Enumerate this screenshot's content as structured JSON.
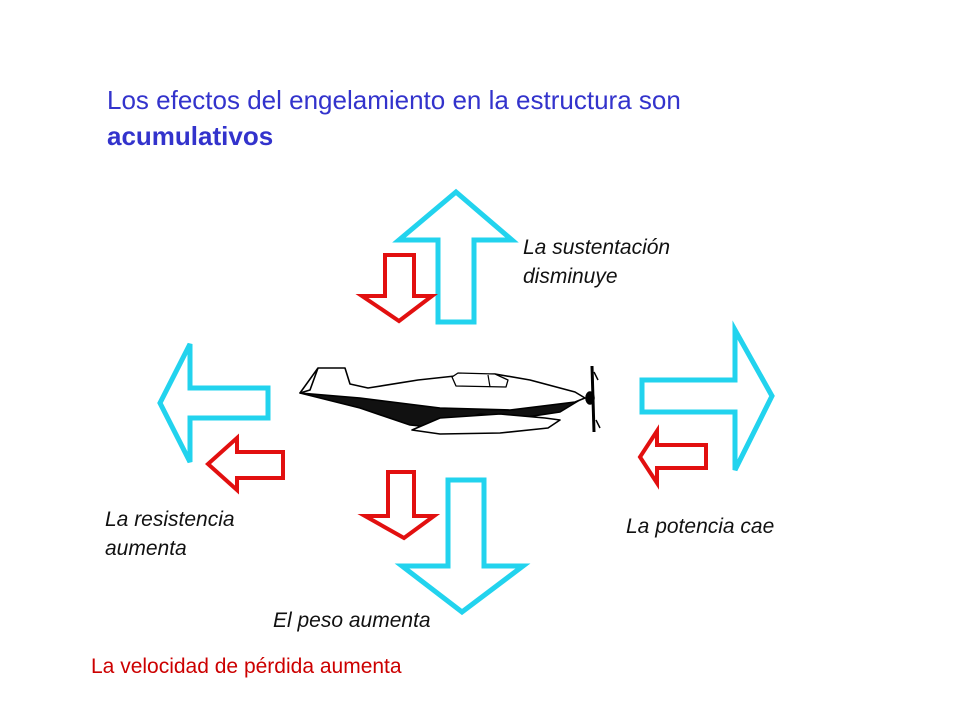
{
  "title": {
    "line1": "Los efectos del engelamiento en la estructura son",
    "bold": "acumulativos"
  },
  "labels": {
    "lift": [
      "La sustentación",
      "disminuye"
    ],
    "drag": [
      "La resistencia",
      "aumenta"
    ],
    "thrust": "La potencia cae",
    "weight": "El peso aumenta"
  },
  "footer": "La velocidad de pérdida aumenta",
  "colors": {
    "title": "#3333cc",
    "cyan_arrow": "#22d3ee",
    "red_arrow": "#e21010",
    "footer": "#cc0000",
    "label": "#111111"
  }
}
